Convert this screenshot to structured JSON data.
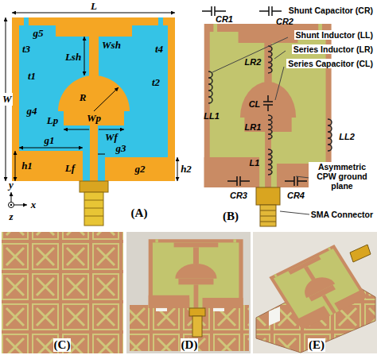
{
  "diagram": {
    "labels": [
      "L",
      "W",
      "g5",
      "Wsh",
      "t3",
      "t4",
      "Lsh",
      "t1",
      "t2",
      "R",
      "g4",
      "Lp",
      "Wp",
      "Wf",
      "g1",
      "h1",
      "Lf",
      "g3",
      "g2",
      "h2",
      "y",
      "x",
      "z",
      "(A)",
      "CR1",
      "CR2",
      "Shunt Capacitor (CR)",
      "Shunt Inductor (LL)",
      "LL1",
      "Series Inductor (LR)",
      "LR2",
      "Series Capacitor (CL)",
      "CL",
      "LR1",
      "L1",
      "LL2",
      "CR3",
      "CR4",
      "Asymmetric CPW ground plane",
      "SMA Connector",
      "(B)",
      "(C)",
      "(D)",
      "(E)"
    ]
  }
}
